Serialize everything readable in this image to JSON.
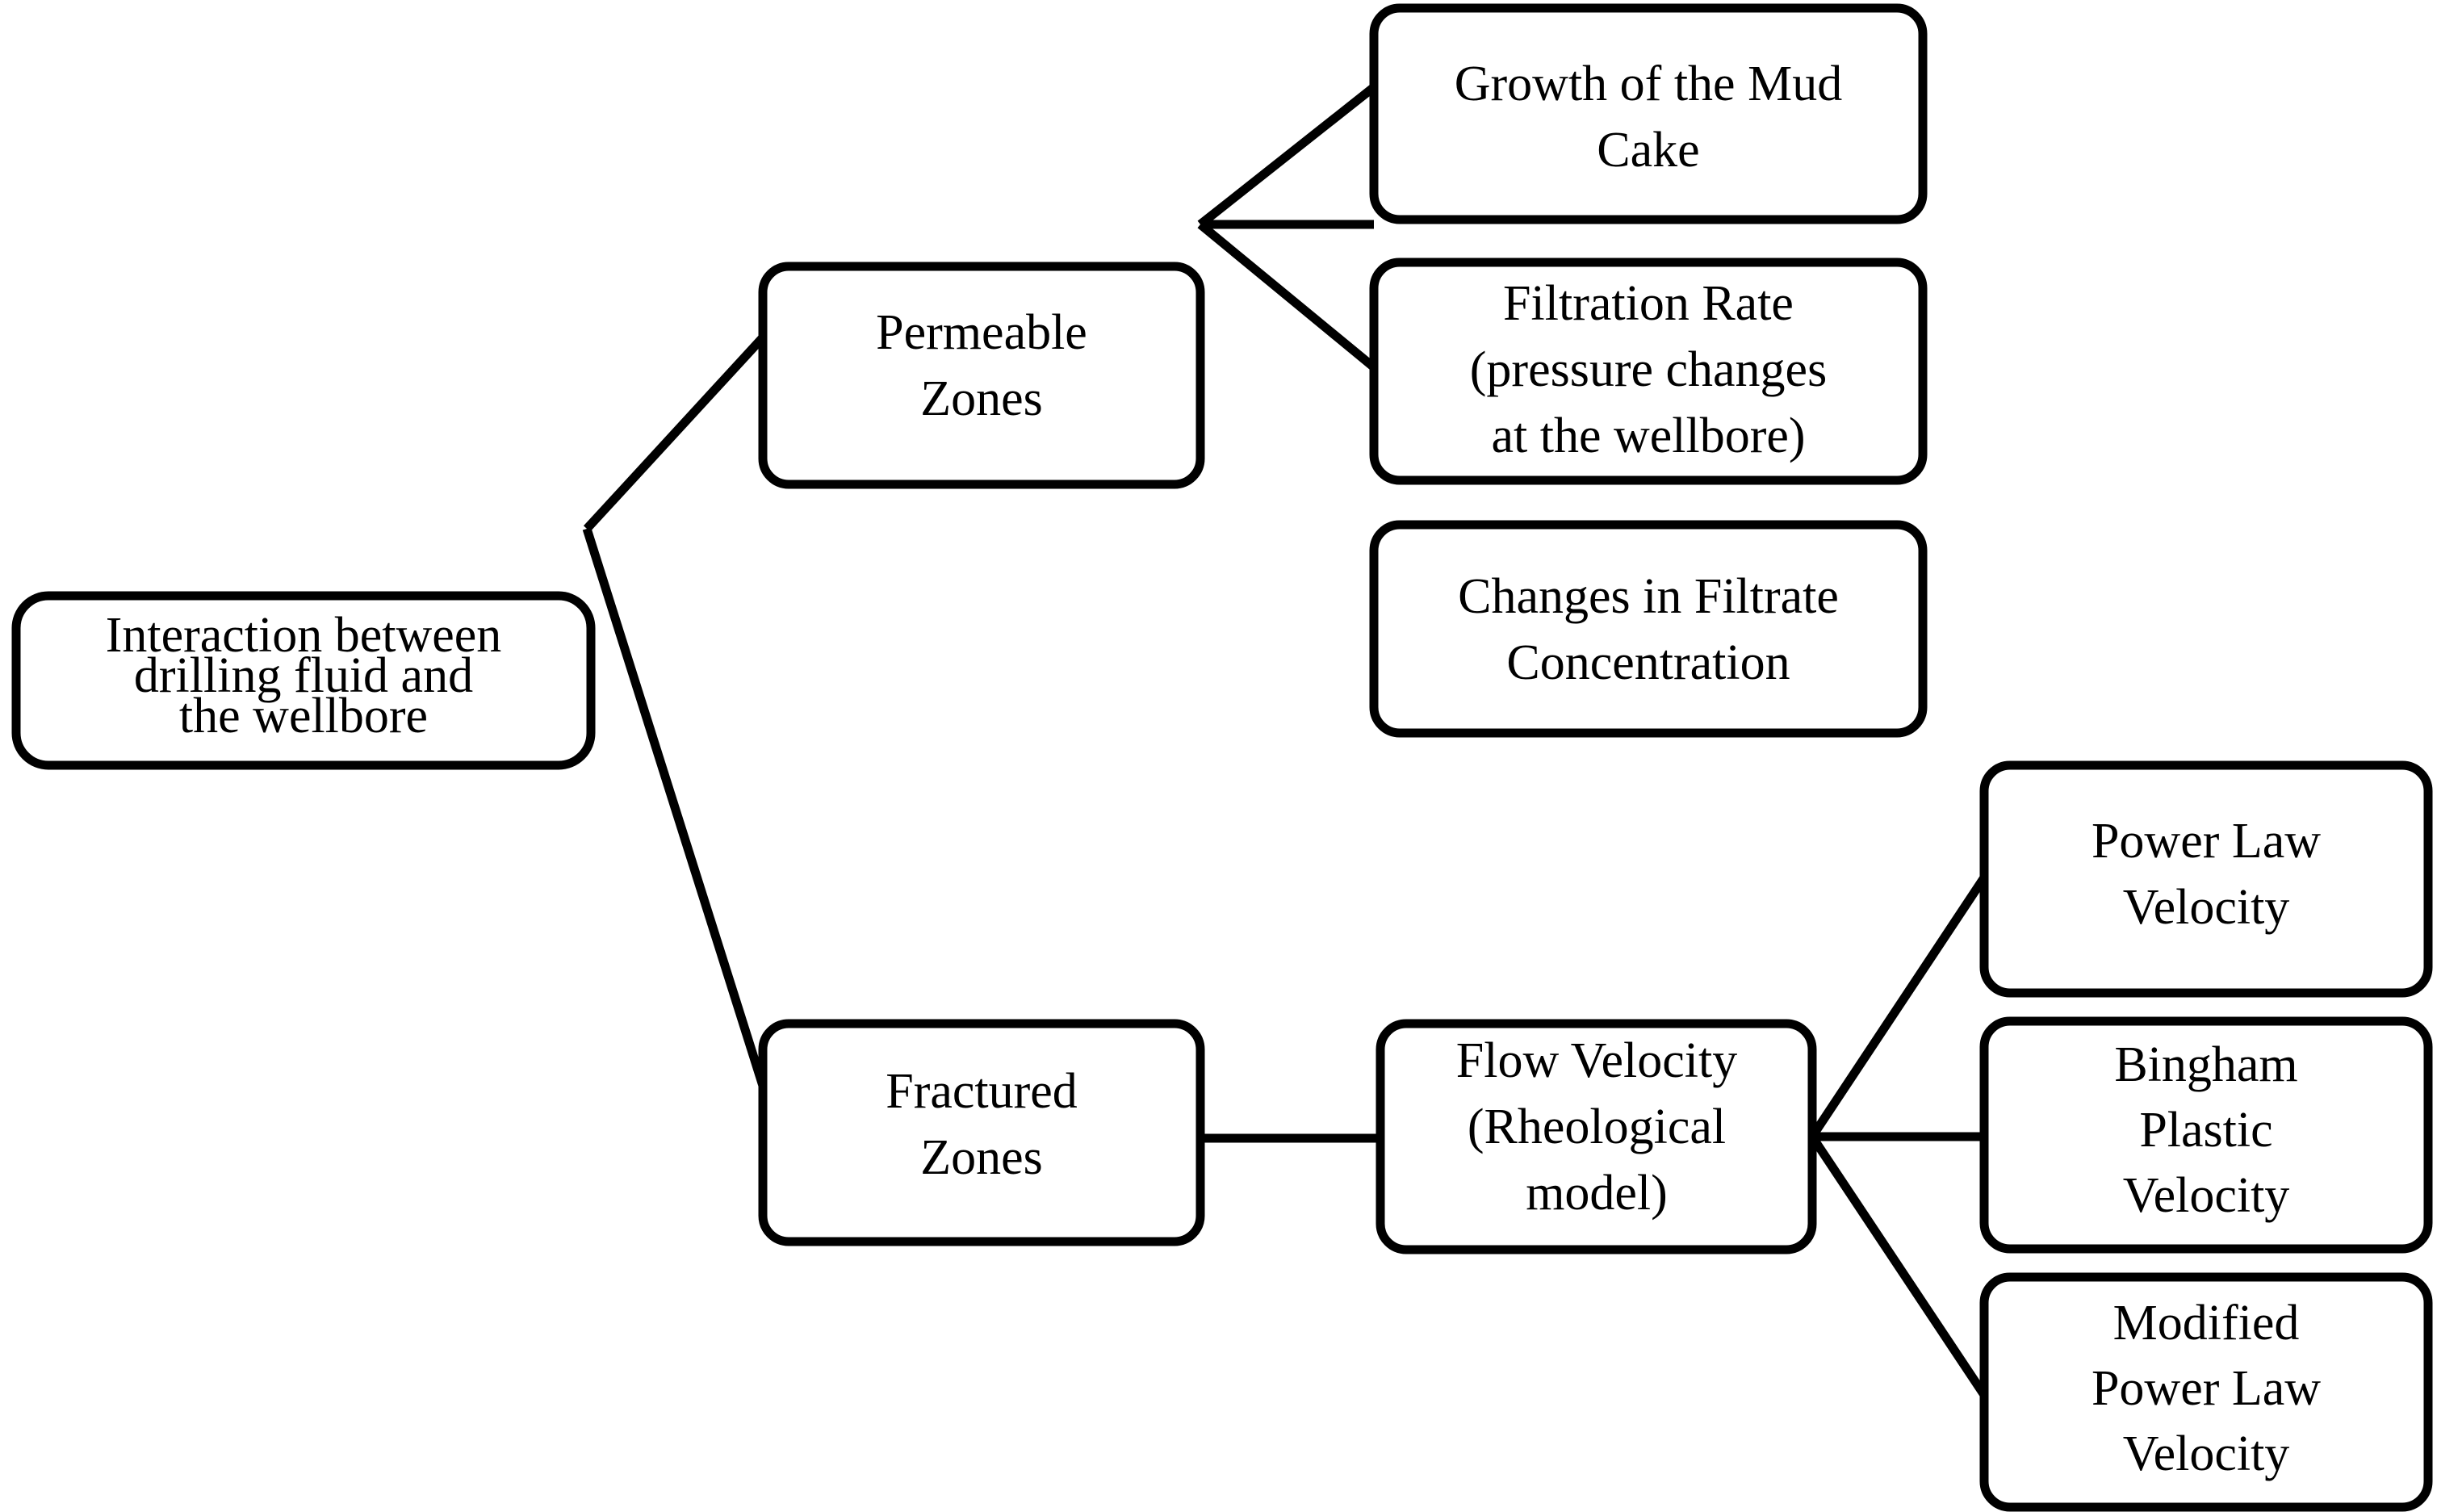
{
  "diagram": {
    "title": "Interaction between drilling fluid and the wellbore flowchart",
    "type": "tree-flowchart",
    "colors": {
      "background": "#ffffff",
      "node_fill": "#ffffff",
      "node_stroke": "#000000",
      "connector": "#000000",
      "text": "#000000"
    },
    "nodes": {
      "root": {
        "id": "root",
        "lines": [
          "Interaction between",
          "drilling fluid and",
          "the wellbore"
        ]
      },
      "permeable_zones": {
        "id": "permeable-zones",
        "lines": [
          "Permeable",
          "Zones"
        ]
      },
      "fractured_zones": {
        "id": "fractured-zones",
        "lines": [
          "Fractured",
          "Zones"
        ]
      },
      "mud_cake": {
        "id": "growth-of-the-mud-cake",
        "lines": [
          "Growth of the Mud",
          "Cake"
        ]
      },
      "filtration_rate": {
        "id": "filtration-rate",
        "lines": [
          "Filtration Rate",
          "(pressure changes",
          "at the wellbore)"
        ]
      },
      "filtrate_concentration": {
        "id": "changes-in-filtrate-concentration",
        "lines": [
          "Changes in Filtrate",
          "Concentration"
        ]
      },
      "flow_velocity": {
        "id": "flow-velocity",
        "lines": [
          "Flow Velocity",
          "(Rheological",
          "model)"
        ]
      },
      "power_law_velocity": {
        "id": "power-law-velocity",
        "lines": [
          "Power Law",
          "Velocity"
        ]
      },
      "bingham_plastic_velocity": {
        "id": "bingham-plastic-velocity",
        "lines": [
          "Bingham",
          "Plastic",
          "Velocity"
        ]
      },
      "modified_power_law_velocity": {
        "id": "modified-power-law-velocity",
        "lines": [
          "Modified",
          "Power Law",
          "Velocity"
        ]
      }
    },
    "edges": [
      {
        "from": "root",
        "to": "permeable_zones"
      },
      {
        "from": "root",
        "to": "fractured_zones"
      },
      {
        "from": "permeable_zones",
        "to": "mud_cake"
      },
      {
        "from": "permeable_zones",
        "to": "filtration_rate"
      },
      {
        "from": "permeable_zones",
        "to": "filtrate_concentration"
      },
      {
        "from": "fractured_zones",
        "to": "flow_velocity"
      },
      {
        "from": "flow_velocity",
        "to": "power_law_velocity"
      },
      {
        "from": "flow_velocity",
        "to": "bingham_plastic_velocity"
      },
      {
        "from": "flow_velocity",
        "to": "modified_power_law_velocity"
      }
    ]
  }
}
